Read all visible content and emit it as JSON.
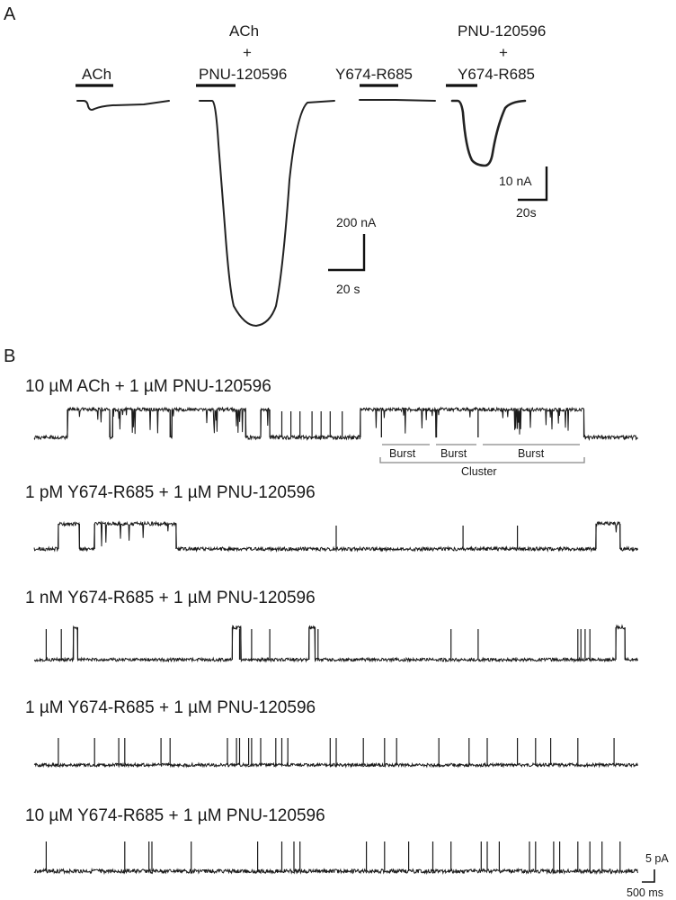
{
  "panel_a": {
    "label": "A",
    "groups": [
      {
        "id": "ach",
        "lines": [
          "ACh"
        ]
      },
      {
        "id": "ach_pnu",
        "lines": [
          "ACh",
          "+",
          "PNU-120596"
        ]
      },
      {
        "id": "y674",
        "lines": [
          "Y674-R685"
        ]
      },
      {
        "id": "pnu_y674",
        "lines": [
          "PNU-120596",
          "+",
          "Y674-R685"
        ]
      }
    ],
    "scale_large": {
      "y": "200 nA",
      "x": "20 s"
    },
    "scale_small": {
      "y": "10 nA",
      "x": "20s"
    }
  },
  "panel_b": {
    "label": "B",
    "rows": [
      {
        "title": "10 µM ACh + 1 µM PNU-120596",
        "seed": 11,
        "baseline_noise": 2.2,
        "blocks": [
          [
            0.055,
            0.125,
            "b"
          ],
          [
            0.13,
            0.225,
            "b"
          ],
          [
            0.228,
            0.35,
            "b"
          ],
          [
            0.375,
            0.39,
            "b"
          ],
          [
            0.54,
            0.575,
            "b"
          ],
          [
            0.575,
            0.665,
            "b"
          ],
          [
            0.666,
            0.735,
            "b"
          ],
          [
            0.735,
            0.91,
            "b"
          ]
        ],
        "spikes": [
          0.41,
          0.425,
          0.44,
          0.46,
          0.475,
          0.49,
          0.51
        ],
        "lowered": [
          [
            0.39,
            0.54
          ]
        ]
      },
      {
        "title": "1 pM Y674-R685 + 1 µM PNU-120596",
        "seed": 23,
        "baseline_noise": 2.0,
        "blocks": [
          [
            0.04,
            0.075,
            "b"
          ],
          [
            0.1,
            0.235,
            "b"
          ],
          [
            0.93,
            0.97,
            "b"
          ]
        ],
        "spikes": [
          0.5,
          0.71,
          0.8
        ],
        "lowered": []
      },
      {
        "title": "1 nM Y674-R685 + 1 µM PNU-120596",
        "seed": 37,
        "baseline_noise": 1.8,
        "blocks": [
          [
            0.065,
            0.072,
            "s"
          ],
          [
            0.328,
            0.342,
            "s"
          ],
          [
            0.455,
            0.465,
            "s"
          ],
          [
            0.963,
            0.978,
            "s"
          ]
        ],
        "spikes": [
          0.02,
          0.045,
          0.34,
          0.36,
          0.39,
          0.47,
          0.69,
          0.735,
          0.9,
          0.905,
          0.912,
          0.92
        ],
        "lowered": []
      },
      {
        "title": "1 µM Y674-R685 + 1 µM PNU-120596",
        "seed": 51,
        "baseline_noise": 1.8,
        "blocks": [],
        "spikes": [
          0.04,
          0.1,
          0.14,
          0.15,
          0.21,
          0.225,
          0.32,
          0.335,
          0.34,
          0.355,
          0.36,
          0.375,
          0.4,
          0.41,
          0.42,
          0.49,
          0.5,
          0.545,
          0.58,
          0.6,
          0.67,
          0.72,
          0.75,
          0.8,
          0.83,
          0.855,
          0.9,
          0.96
        ],
        "lowered": []
      },
      {
        "title": "10 µM Y674-R685 + 1 µM PNU-120596",
        "seed": 67,
        "baseline_noise": 2.2,
        "blocks": [],
        "spikes": [
          0.02,
          0.15,
          0.19,
          0.195,
          0.26,
          0.37,
          0.41,
          0.43,
          0.44,
          0.55,
          0.58,
          0.62,
          0.66,
          0.69,
          0.75,
          0.74,
          0.77,
          0.82,
          0.83,
          0.86,
          0.87,
          0.9,
          0.92,
          0.94,
          0.97
        ],
        "lowered": []
      }
    ],
    "annotations": {
      "burst_labels": [
        "Burst",
        "Burst",
        "Burst"
      ],
      "cluster_label": "Cluster"
    },
    "scale": {
      "y": "5 pA",
      "x": "500 ms"
    }
  }
}
